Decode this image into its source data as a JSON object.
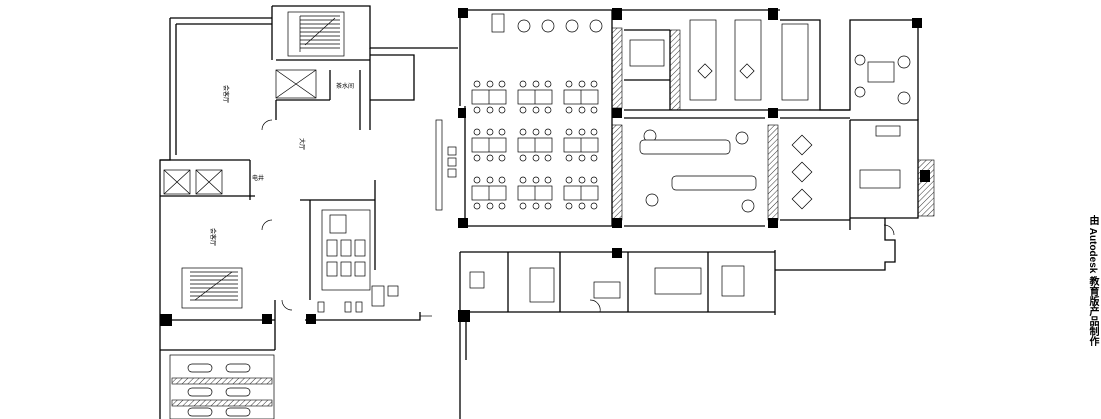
{
  "watermark": "由 Autodesk 教育版产品制作",
  "room_labels": {
    "room_a": "会客厅",
    "room_b": "会客厅",
    "lobby": "大厅",
    "tea_room": "茶水间",
    "electrical": "电井"
  }
}
